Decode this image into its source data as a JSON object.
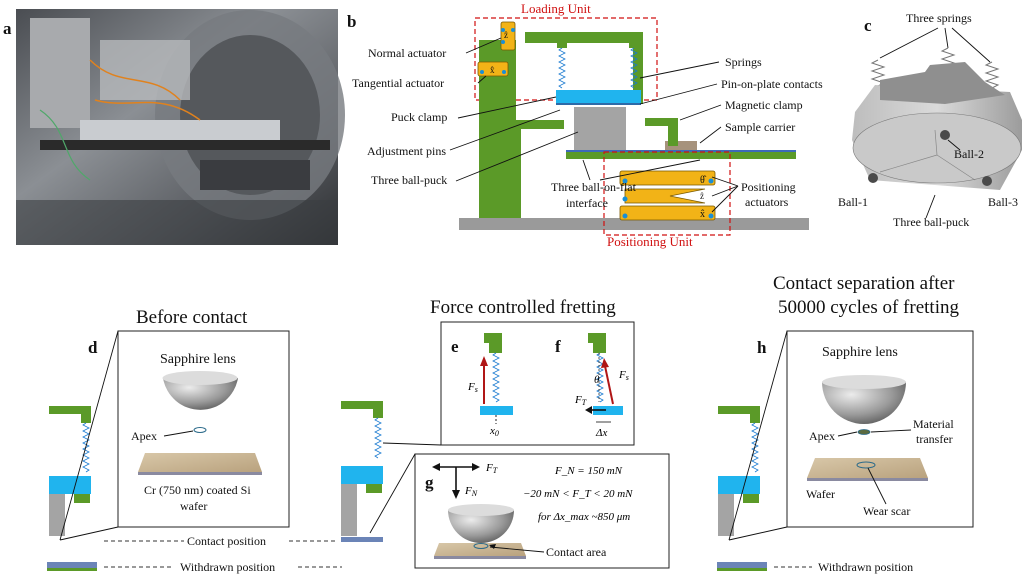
{
  "panel_letters": {
    "a": "a",
    "b": "b",
    "c": "c",
    "d": "d",
    "e": "e",
    "f": "f",
    "g": "g",
    "h": "h"
  },
  "b": {
    "loading_unit": "Loading Unit",
    "positioning_unit": "Positioning Unit",
    "left_labels": [
      "Normal actuator",
      "Tangential actuator",
      "Puck clamp",
      "Adjustment pins",
      "Three ball-puck"
    ],
    "right_labels": [
      "Springs",
      "Pin-on-plate contacts",
      "Magnetic clamp",
      "Sample carrier"
    ],
    "interface_label": [
      "Three ball-on-flat",
      "interface"
    ],
    "positioning_actuators": [
      "Positioning",
      "actuators"
    ],
    "axis_z": "ẑ",
    "axis_x": "x̂",
    "axis_theta": "θ̂"
  },
  "c": {
    "three_springs": "Three springs",
    "ball1": "Ball-1",
    "ball2": "Ball-2",
    "ball3": "Ball-3",
    "puck": "Three ball-puck"
  },
  "d": {
    "title": "Before contact",
    "lens": "Sapphire lens",
    "apex": "Apex",
    "wafer": [
      "Cr (750 nm) coated Si",
      "wafer"
    ]
  },
  "mid": {
    "title": "Force controlled fretting",
    "e_fs": "F",
    "e_fs_sub": "s",
    "e_x0": "x",
    "e_x0_sub": "0",
    "f_theta": "θ",
    "f_fs": "F",
    "f_fs_sub": "s",
    "f_ft": "F",
    "f_ft_sub": "T",
    "f_dx": "Δx",
    "g_ft": "F",
    "g_ft_sub": "T",
    "g_fn": "F",
    "g_fn_sub": "N",
    "g_eq1": "F_N = 150 mN",
    "g_eq2": "−20 mN < F_T < 20 mN",
    "g_eq3": "for Δx_max ~850 μm",
    "contact_area": "Contact area"
  },
  "h": {
    "title": [
      "Contact separation after",
      "50000 cycles of fretting"
    ],
    "lens": "Sapphire lens",
    "apex": "Apex",
    "material": [
      "Material",
      "transfer"
    ],
    "wafer": "Wafer",
    "wear": "Wear scar"
  },
  "positions": {
    "contact": "Contact position",
    "withdrawn": "Withdrawn position"
  }
}
